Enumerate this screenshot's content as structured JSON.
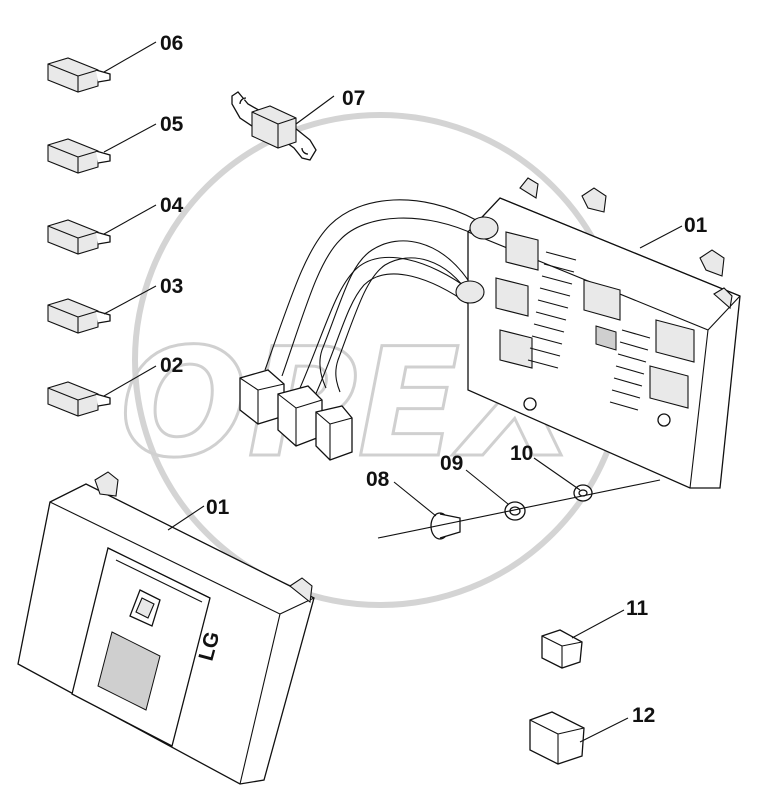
{
  "watermark": {
    "text": "OPEX"
  },
  "labels": {
    "p06": "06",
    "p07": "07",
    "p05": "05",
    "p04": "04",
    "p03": "03",
    "p02": "02",
    "p01_top": "01",
    "p01_bottom": "01",
    "p08": "08",
    "p09": "09",
    "p10": "10",
    "p11": "11",
    "p12": "12"
  },
  "module_logo": {
    "text": "LG"
  }
}
